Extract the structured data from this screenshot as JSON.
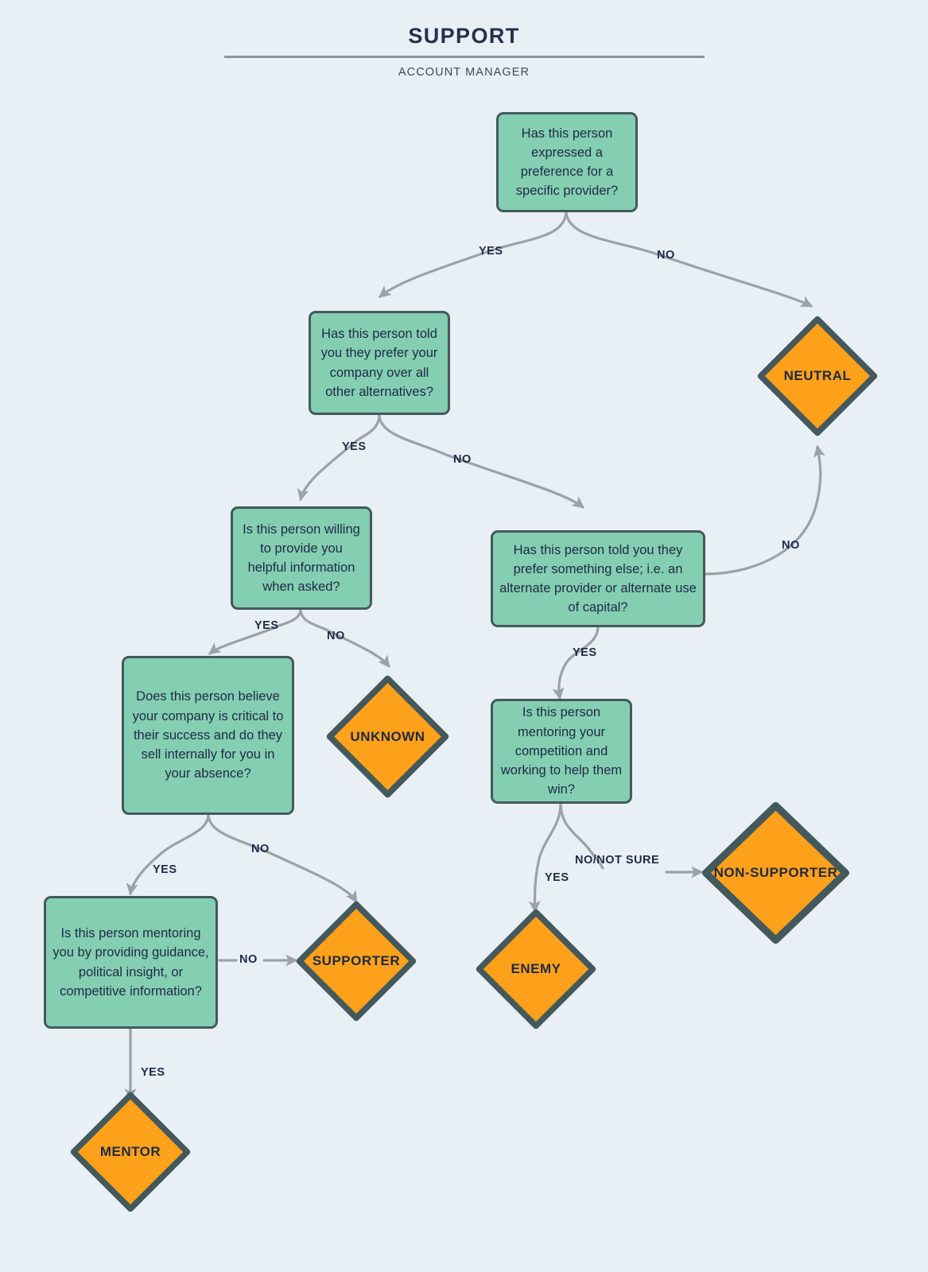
{
  "header": {
    "title": "SUPPORT",
    "subtitle": "ACCOUNT MANAGER"
  },
  "colors": {
    "background": "#e8eff5",
    "question_fill": "#84ceb2",
    "question_border": "#44595c",
    "outcome_fill": "#fda11b",
    "outcome_border": "#44595c",
    "edge": "#9aa2a8",
    "text": "#1f2a44",
    "rule": "#8b949c"
  },
  "chart_data": {
    "type": "diagram",
    "subtype": "decision-flowchart",
    "title": "SUPPORT",
    "subtitle": "ACCOUNT MANAGER",
    "nodes": [
      {
        "id": "q1",
        "shape": "rounded-rect",
        "kind": "question",
        "text": "Has this person expressed a preference for a specific provider?"
      },
      {
        "id": "q2",
        "shape": "rounded-rect",
        "kind": "question",
        "text": "Has this person told you they prefer your company over all other alternatives?"
      },
      {
        "id": "q3",
        "shape": "rounded-rect",
        "kind": "question",
        "text": "Is this person willing to provide you helpful information when asked?"
      },
      {
        "id": "q4",
        "shape": "rounded-rect",
        "kind": "question",
        "text": "Has this person told you they prefer something else; i.e. an alternate provider or alternate use of capital?"
      },
      {
        "id": "q5",
        "shape": "rounded-rect",
        "kind": "question",
        "text": "Does this person believe your company is critical to their success and do they sell internally for you in your absence?"
      },
      {
        "id": "q6",
        "shape": "rounded-rect",
        "kind": "question",
        "text": "Is this person mentoring your competition and working to help them win?"
      },
      {
        "id": "q7",
        "shape": "rounded-rect",
        "kind": "question",
        "text": "Is this person mentoring you by providing guidance, political insight, or competitive information?"
      },
      {
        "id": "o_neutral",
        "shape": "diamond",
        "kind": "outcome",
        "text": "NEUTRAL"
      },
      {
        "id": "o_unknown",
        "shape": "diamond",
        "kind": "outcome",
        "text": "UNKNOWN"
      },
      {
        "id": "o_supporter",
        "shape": "diamond",
        "kind": "outcome",
        "text": "SUPPORTER"
      },
      {
        "id": "o_mentor",
        "shape": "diamond",
        "kind": "outcome",
        "text": "MENTOR"
      },
      {
        "id": "o_enemy",
        "shape": "diamond",
        "kind": "outcome",
        "text": "ENEMY"
      },
      {
        "id": "o_nonsupporter",
        "shape": "diamond",
        "kind": "outcome",
        "text": "NON-SUPPORTER"
      }
    ],
    "edges": [
      {
        "from": "q1",
        "to": "q2",
        "label": "YES"
      },
      {
        "from": "q1",
        "to": "o_neutral",
        "label": "NO"
      },
      {
        "from": "q2",
        "to": "q3",
        "label": "YES"
      },
      {
        "from": "q2",
        "to": "q4",
        "label": "NO"
      },
      {
        "from": "q3",
        "to": "q5",
        "label": "YES"
      },
      {
        "from": "q3",
        "to": "o_unknown",
        "label": "NO"
      },
      {
        "from": "q4",
        "to": "o_neutral",
        "label": "NO"
      },
      {
        "from": "q4",
        "to": "q6",
        "label": "YES"
      },
      {
        "from": "q5",
        "to": "q7",
        "label": "YES"
      },
      {
        "from": "q5",
        "to": "o_supporter",
        "label": "NO"
      },
      {
        "from": "q6",
        "to": "o_enemy",
        "label": "YES"
      },
      {
        "from": "q6",
        "to": "o_nonsupporter",
        "label": "NO/NOT SURE"
      },
      {
        "from": "q7",
        "to": "o_supporter",
        "label": "NO"
      },
      {
        "from": "q7",
        "to": "o_mentor",
        "label": "YES"
      }
    ]
  },
  "nodes": {
    "q1": "Has this person expressed a preference for a specific provider?",
    "q2": "Has this person told you they prefer your company over all other alternatives?",
    "q3": "Is this person willing to provide you helpful information when asked?",
    "q4": "Has this person told you they prefer something else; i.e. an alternate provider or alternate use of capital?",
    "q5": "Does this person believe your company is critical to their success and do they sell internally for you in your absence?",
    "q6": "Is this person mentoring your competition and working to help them win?",
    "q7": "Is this person mentoring you by providing guidance, political insight, or competitive information?",
    "o_neutral": "NEUTRAL",
    "o_unknown": "UNKNOWN",
    "o_supporter": "SUPPORTER",
    "o_mentor": "MENTOR",
    "o_enemy": "ENEMY",
    "o_nonsupporter": "NON-SUPPORTER"
  },
  "edge_labels": {
    "e1_yes": "YES",
    "e1_no": "NO",
    "e2_yes": "YES",
    "e2_no": "NO",
    "e3_yes": "YES",
    "e3_no": "NO",
    "e4_no": "NO",
    "e4_yes": "YES",
    "e5_yes": "YES",
    "e5_no": "NO",
    "e6_yes": "YES",
    "e6_nonotsure": "NO/NOT SURE",
    "e7_no": "NO",
    "e7_yes": "YES"
  }
}
